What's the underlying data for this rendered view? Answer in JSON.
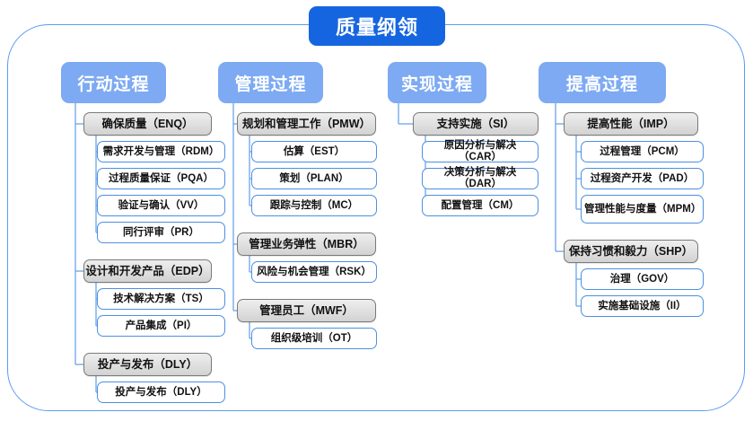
{
  "title": "质量纲领",
  "columns": [
    {
      "header": "行动过程",
      "groups": [
        {
          "label": "确保质量（ENQ）",
          "items": [
            "需求开发与管理（RDM）",
            "过程质量保证（PQA）",
            "验证与确认（VV）",
            "同行评审（PR）"
          ]
        },
        {
          "label": "设计和开发产品（EDP）",
          "items": [
            "技术解决方案（TS）",
            "产品集成（PI）"
          ]
        },
        {
          "label": "投产与发布（DLY）",
          "items": [
            "投产与发布（DLY）"
          ]
        }
      ]
    },
    {
      "header": "管理过程",
      "groups": [
        {
          "label": "规划和管理工作（PMW）",
          "items": [
            "估算（EST）",
            "策划（PLAN）",
            "跟踪与控制（MC）"
          ]
        },
        {
          "label": "管理业务弹性（MBR）",
          "items": [
            "风险与机会管理（RSK）"
          ]
        },
        {
          "label": "管理员工（MWF）",
          "items": [
            "组织级培训（OT）"
          ]
        }
      ]
    },
    {
      "header": "实现过程",
      "groups": [
        {
          "label": "支持实施（SI）",
          "items": [
            "原因分析与解决（CAR）",
            "决策分析与解决（DAR）",
            "配置管理（CM）"
          ]
        }
      ]
    },
    {
      "header": "提高过程",
      "groups": [
        {
          "label": "提高性能（IMP）",
          "items": [
            "过程管理（PCM）",
            "过程资产开发（PAD）",
            "管理性能与度量（MPM）"
          ]
        },
        {
          "label": "保持习惯和毅力（SHP）",
          "items": [
            "治理（GOV）",
            "实施基础设施（II）"
          ]
        }
      ]
    }
  ],
  "colors": {
    "title_bg": "#1565e0",
    "header_bg": "#7daaf2",
    "frame_border": "#5b9bf0",
    "group_border": "#7a7a7a",
    "leaf_border": "#4a90e2",
    "connector": "#6ba4ea"
  }
}
